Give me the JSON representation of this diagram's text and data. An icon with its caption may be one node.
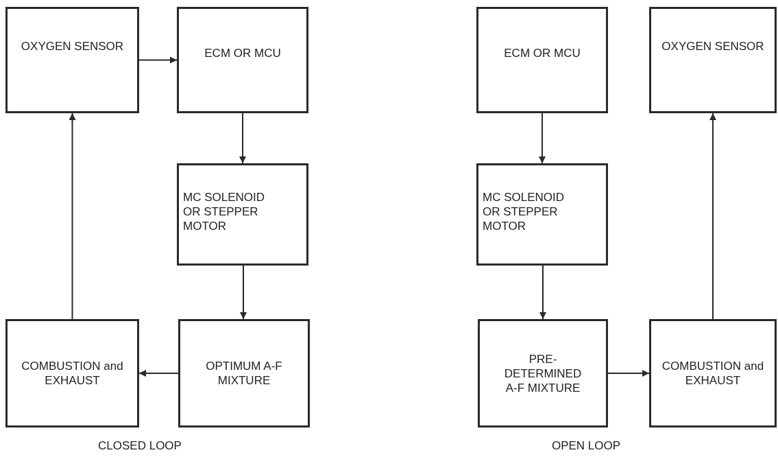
{
  "diagram": {
    "nodes": [
      {
        "text": [
          "OXYGEN SENSOR"
        ]
      },
      {
        "text": [
          "ECM OR MCU"
        ]
      },
      {
        "text": [
          "MC SOLENOID OR STEPPER MOTOR"
        ]
      },
      {
        "text": [
          "OPTIMUM A-F MIXTURE"
        ]
      },
      {
        "text": [
          "COMBUSTION and EXHAUST"
        ]
      },
      {
        "text": [
          "ECM OR MCU"
        ]
      },
      {
        "text": [
          "OXYGEN SENSOR"
        ]
      },
      {
        "text": [
          "MC SOLENOID OR STEPPER MOTOR"
        ]
      },
      {
        "text": [
          "PRE- DETERMINED A-F MIXTURE"
        ]
      },
      {
        "text": [
          "COMBUSTION and EXHAUST"
        ]
      }
    ],
    "edges": [
      {
        "from": 0,
        "to": 1,
        "arrow": "to"
      },
      {
        "from": 1,
        "to": 2,
        "arrow": "to"
      },
      {
        "from": 2,
        "to": 3,
        "arrow": "to"
      },
      {
        "from": 3,
        "to": 4,
        "arrow": "to"
      },
      {
        "from": 4,
        "to": 0,
        "arrow": "to"
      },
      {
        "from": 5,
        "to": 7,
        "arrow": "to"
      },
      {
        "from": 7,
        "to": 8,
        "arrow": "to"
      },
      {
        "from": 8,
        "to": 9,
        "arrow": "to"
      },
      {
        "from": 9,
        "to": 6,
        "arrow": "to"
      }
    ],
    "labels": [
      "CLOSED LOOP",
      "OPEN LOOP"
    ]
  }
}
